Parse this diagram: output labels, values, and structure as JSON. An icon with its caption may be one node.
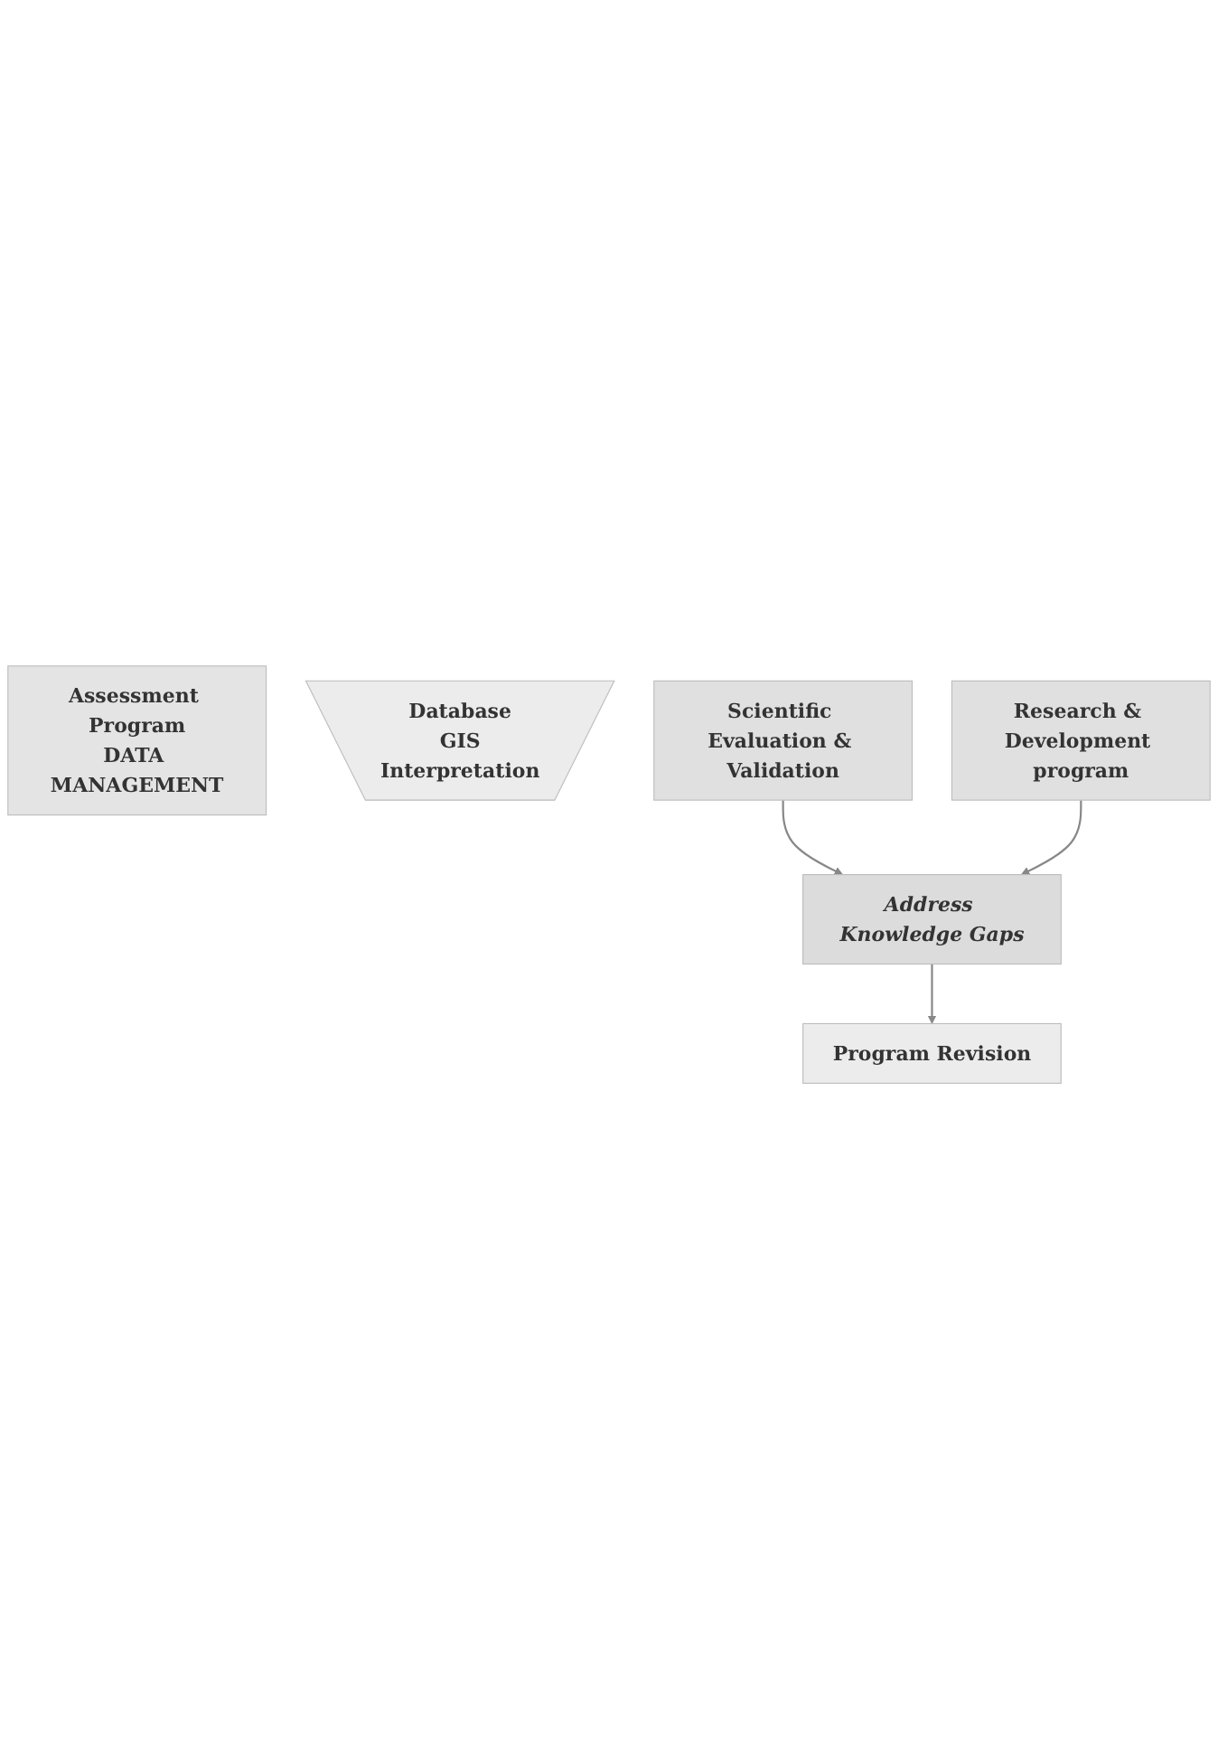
{
  "diagram": {
    "nodes": [
      {
        "text": [
          "Assessment Program",
          "DATA MANAGEMENT"
        ]
      },
      {
        "text": [
          "Database",
          "GIS",
          "Interpretation"
        ]
      },
      {
        "text": [
          "Address Knowledge Gaps"
        ]
      },
      {
        "text": [
          "Program Revision"
        ]
      },
      {
        "text": [
          "Scientific Evaluation & Validation"
        ]
      },
      {
        "text": [
          "Research & Development program"
        ]
      }
    ],
    "edges": [
      {
        "from": 2,
        "to": 3,
        "arrow": "to"
      },
      {
        "from": 4,
        "to": 2,
        "arrow": "to"
      },
      {
        "from": 5,
        "to": 2,
        "arrow": "to"
      }
    ]
  }
}
